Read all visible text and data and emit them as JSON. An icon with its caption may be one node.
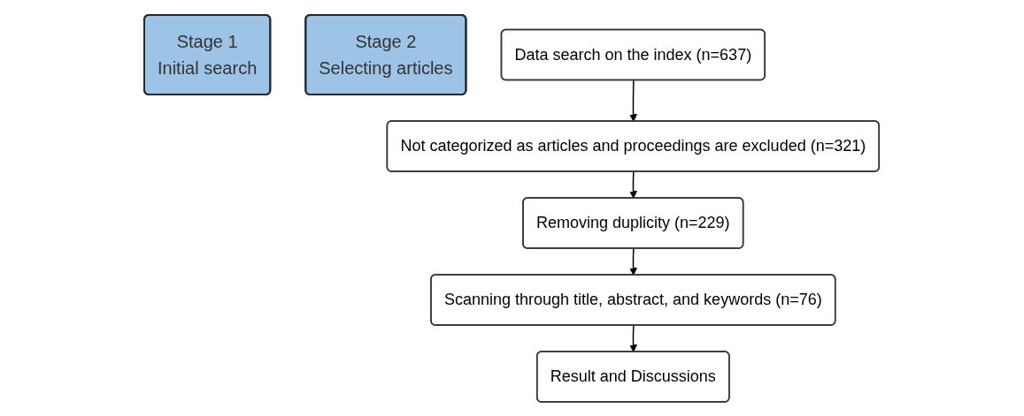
{
  "diagram": {
    "nodes": [
      {
        "text": [
          "Stage 1",
          "Initial search"
        ]
      },
      {
        "text": [
          "Stage 2",
          "Selecting articles"
        ]
      },
      {
        "text": [
          "Data search on the index (n=637)"
        ]
      },
      {
        "text": [
          "Not categorized as articles and proceedings are excluded (n=321)"
        ]
      },
      {
        "text": [
          "Removing duplicity (n=229)"
        ]
      },
      {
        "text": [
          "Scanning through title, abstract, and keywords (n=76)"
        ]
      },
      {
        "text": [
          "Result and Discussions"
        ]
      }
    ],
    "edges": [
      {
        "from": 2,
        "to": 3,
        "arrow": "to"
      },
      {
        "from": 3,
        "to": 4,
        "arrow": "to"
      },
      {
        "from": 4,
        "to": 5,
        "arrow": "to"
      },
      {
        "from": 5,
        "to": 6,
        "arrow": "to"
      }
    ]
  }
}
